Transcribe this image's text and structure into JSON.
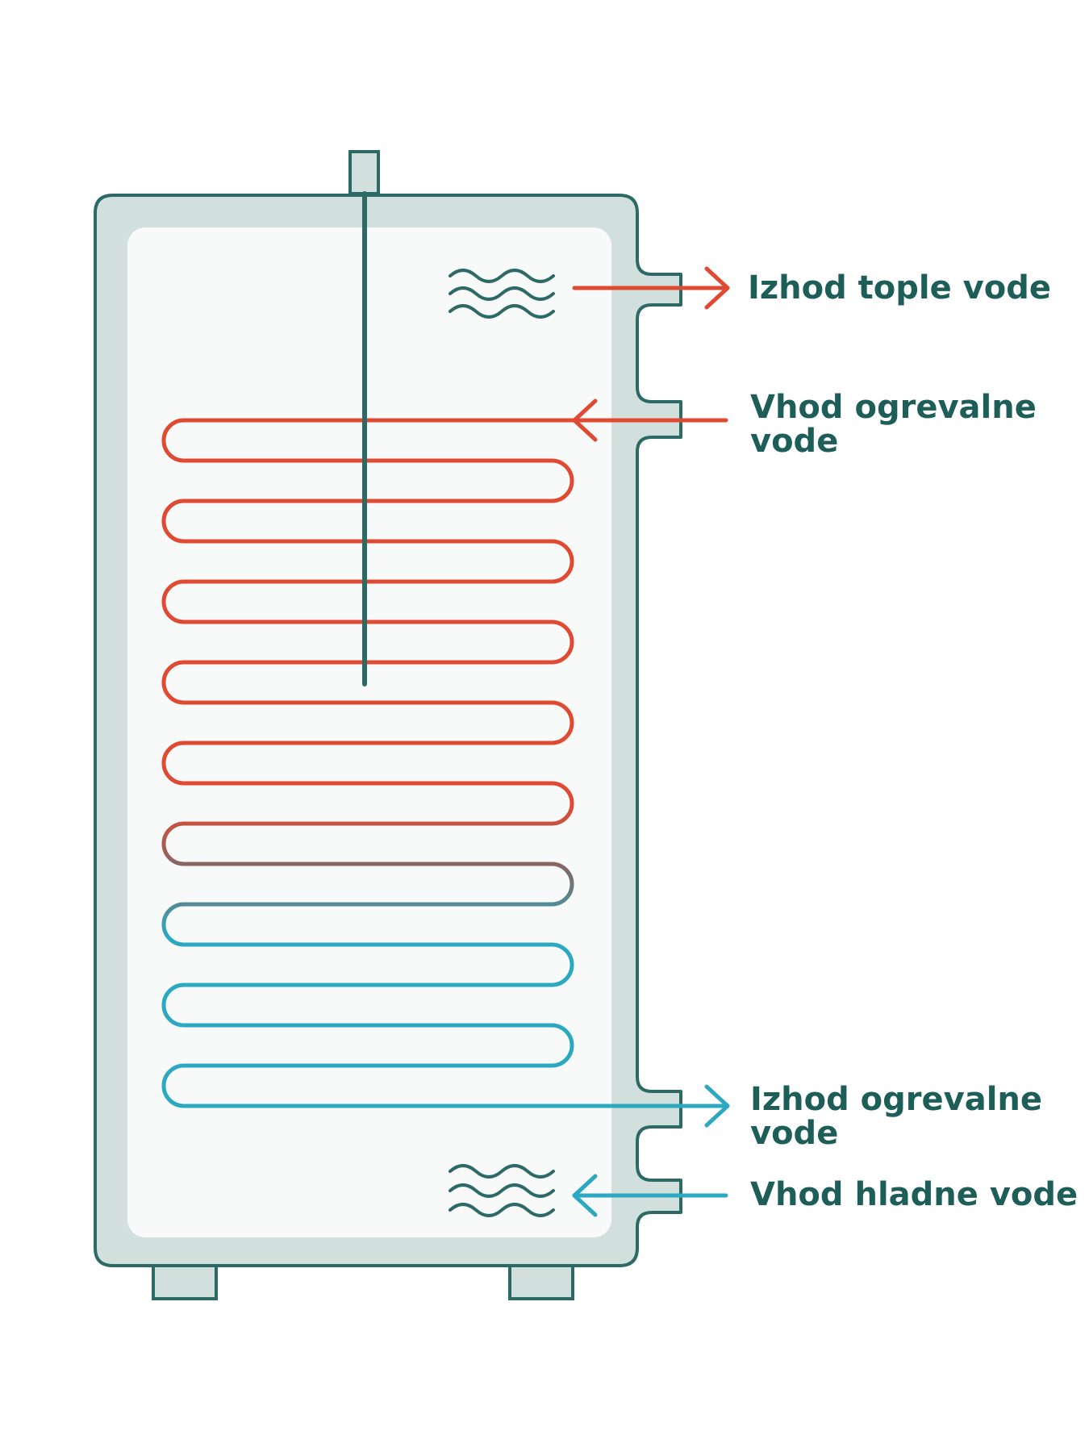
{
  "colors": {
    "outline": "#2d6a66",
    "tank_shell": "#d1e0dc",
    "tank_inner": "#f8f9f9",
    "hot": "#e04a32",
    "cold": "#2ca9c1",
    "transition": "#7e6a68",
    "label_text": "#1e5e58"
  },
  "labels": {
    "hot_water_out": "Izhod tople vode",
    "heating_water_in_line1": "Vhod ogrevalne",
    "heating_water_in_line2": "vode",
    "heating_water_out_line1": "Izhod ogrevalne",
    "heating_water_out_line2": "vode",
    "cold_water_in": "Vhod hladne vode"
  },
  "icons": {
    "hot_water_waves": "waves-icon",
    "cold_water_waves": "waves-icon",
    "hot_out_arrow": "arrow-right-icon",
    "heating_in_arrow": "arrow-left-icon",
    "heating_out_arrow": "arrow-right-icon",
    "cold_in_arrow": "arrow-left-icon"
  }
}
